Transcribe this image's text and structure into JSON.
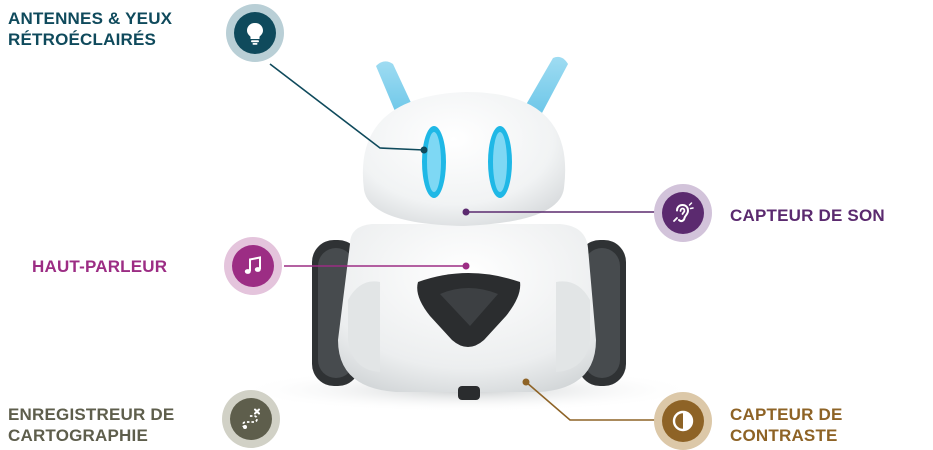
{
  "features": {
    "antennas": {
      "line1": "ANTENNES & YEUX",
      "line2": "RÉTROÉCLAIRÉS",
      "color": "#0f4a5c",
      "ring": "#b9cfd6",
      "icon": "lightbulb-icon"
    },
    "sound": {
      "line1": "CAPTEUR DE SON",
      "color": "#5b2a6f",
      "ring": "#d2c3da",
      "icon": "hearing-icon"
    },
    "speaker": {
      "line1": "HAUT-PARLEUR",
      "color": "#9c2d84",
      "ring": "#e4c4dc",
      "icon": "music-note-icon"
    },
    "mapping": {
      "line1": "ENREGISTREUR DE",
      "line2": "CARTOGRAPHIE",
      "color": "#5e5e4c",
      "ring": "#d1d1c6",
      "icon": "route-icon"
    },
    "contrast": {
      "line1": "CAPTEUR DE",
      "line2": "CONTRASTE",
      "color": "#8e6326",
      "ring": "#dcc8a8",
      "icon": "contrast-icon"
    }
  }
}
